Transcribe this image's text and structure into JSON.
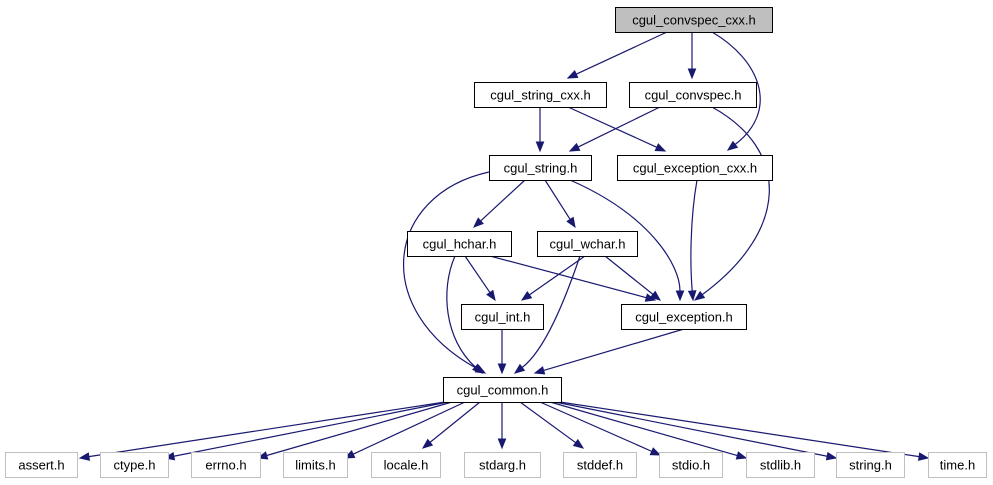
{
  "colors": {
    "edge": "#191970",
    "node_border": "#000000",
    "root_fill": "#bfbfbf",
    "node_fill": "#ffffff",
    "system_border": "#bfbfbf",
    "text": "#000000"
  },
  "nodes": {
    "convspec_cxx": {
      "label": "cgul_convspec_cxx.h",
      "kind": "root"
    },
    "string_cxx": {
      "label": "cgul_string_cxx.h",
      "kind": "project"
    },
    "convspec": {
      "label": "cgul_convspec.h",
      "kind": "project"
    },
    "string": {
      "label": "cgul_string.h",
      "kind": "project"
    },
    "exception_cxx": {
      "label": "cgul_exception_cxx.h",
      "kind": "project"
    },
    "hchar": {
      "label": "cgul_hchar.h",
      "kind": "project"
    },
    "wchar": {
      "label": "cgul_wchar.h",
      "kind": "project"
    },
    "int": {
      "label": "cgul_int.h",
      "kind": "project"
    },
    "exception": {
      "label": "cgul_exception.h",
      "kind": "project"
    },
    "common": {
      "label": "cgul_common.h",
      "kind": "project"
    },
    "assert": {
      "label": "assert.h",
      "kind": "system"
    },
    "ctype": {
      "label": "ctype.h",
      "kind": "system"
    },
    "errno": {
      "label": "errno.h",
      "kind": "system"
    },
    "limits": {
      "label": "limits.h",
      "kind": "system"
    },
    "locale": {
      "label": "locale.h",
      "kind": "system"
    },
    "stdarg": {
      "label": "stdarg.h",
      "kind": "system"
    },
    "stddef": {
      "label": "stddef.h",
      "kind": "system"
    },
    "stdio": {
      "label": "stdio.h",
      "kind": "system"
    },
    "stdlib": {
      "label": "stdlib.h",
      "kind": "system"
    },
    "string_h": {
      "label": "string.h",
      "kind": "system"
    },
    "time": {
      "label": "time.h",
      "kind": "system"
    }
  },
  "edges": [
    {
      "from": "convspec_cxx",
      "to": "string_cxx"
    },
    {
      "from": "convspec_cxx",
      "to": "convspec"
    },
    {
      "from": "convspec_cxx",
      "to": "exception_cxx"
    },
    {
      "from": "string_cxx",
      "to": "string"
    },
    {
      "from": "string_cxx",
      "to": "exception_cxx"
    },
    {
      "from": "convspec",
      "to": "string"
    },
    {
      "from": "convspec",
      "to": "exception"
    },
    {
      "from": "string",
      "to": "hchar"
    },
    {
      "from": "string",
      "to": "wchar"
    },
    {
      "from": "string",
      "to": "exception"
    },
    {
      "from": "string",
      "to": "common"
    },
    {
      "from": "exception_cxx",
      "to": "exception"
    },
    {
      "from": "hchar",
      "to": "int"
    },
    {
      "from": "hchar",
      "to": "exception"
    },
    {
      "from": "hchar",
      "to": "common"
    },
    {
      "from": "wchar",
      "to": "int"
    },
    {
      "from": "wchar",
      "to": "exception"
    },
    {
      "from": "wchar",
      "to": "common"
    },
    {
      "from": "int",
      "to": "common"
    },
    {
      "from": "exception",
      "to": "common"
    },
    {
      "from": "common",
      "to": "assert"
    },
    {
      "from": "common",
      "to": "ctype"
    },
    {
      "from": "common",
      "to": "errno"
    },
    {
      "from": "common",
      "to": "limits"
    },
    {
      "from": "common",
      "to": "locale"
    },
    {
      "from": "common",
      "to": "stdarg"
    },
    {
      "from": "common",
      "to": "stddef"
    },
    {
      "from": "common",
      "to": "stdio"
    },
    {
      "from": "common",
      "to": "stdlib"
    },
    {
      "from": "common",
      "to": "string_h"
    },
    {
      "from": "common",
      "to": "time"
    }
  ]
}
